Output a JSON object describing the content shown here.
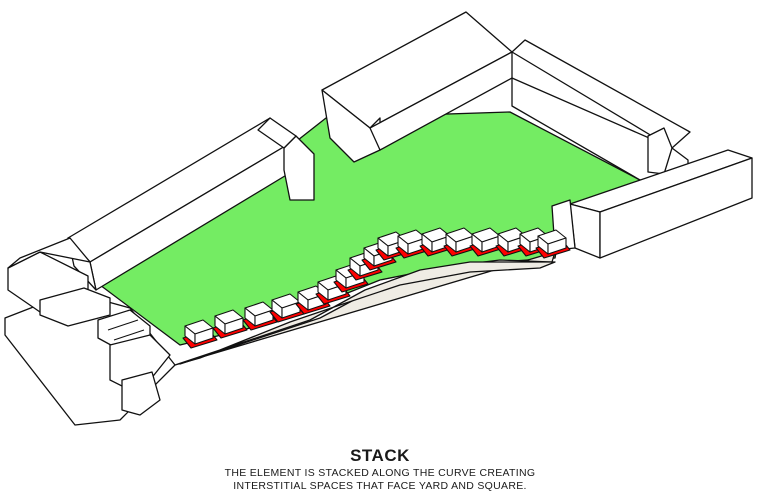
{
  "caption": {
    "title": "STACK",
    "line1": "THE ELEMENT IS STACKED ALONG THE CURVE CREATING",
    "line2": "INTERSTITIAL SPACES THAT FACE YARD AND SQUARE."
  },
  "colors": {
    "yard": "#74ec63",
    "square": "#efece4",
    "interstitial_space": "#ff0000",
    "building": "#ffffff",
    "outline": "#111111"
  },
  "diagram": {
    "stack_module_count": 17
  }
}
